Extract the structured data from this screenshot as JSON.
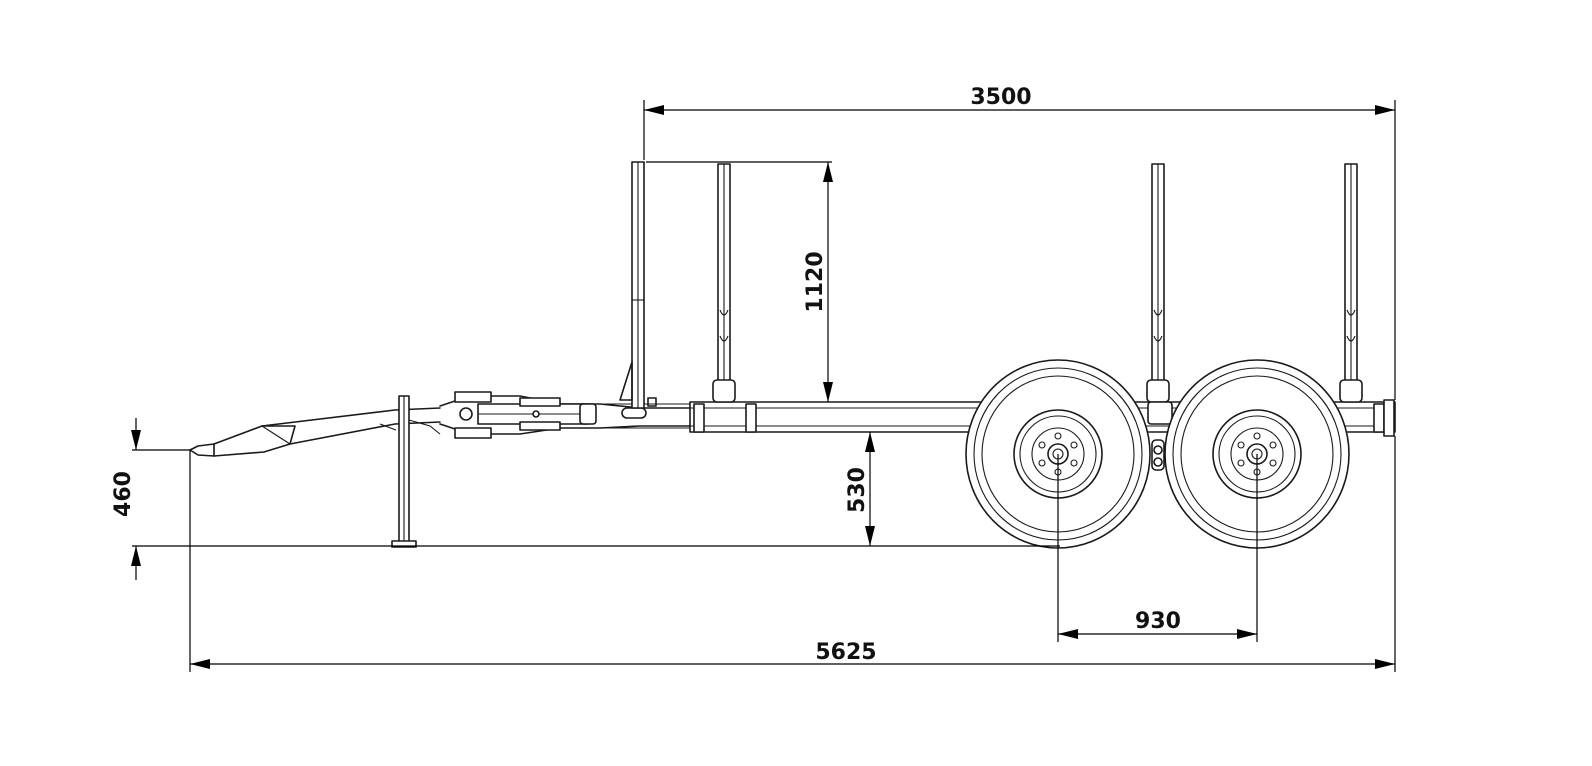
{
  "dimensions": {
    "overall_length": "5625",
    "bunk_length": "3500",
    "stake_height": "1120",
    "frame_height": "530",
    "drawbar_height": "460",
    "axle_spacing": "930"
  }
}
